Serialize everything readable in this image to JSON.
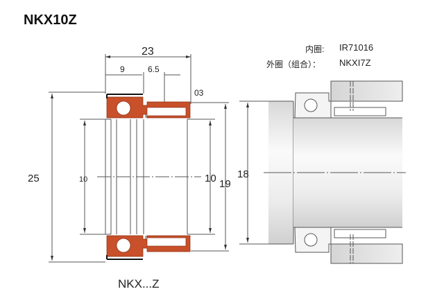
{
  "title": "NKX10Z",
  "caption": "NKX...Z",
  "info": {
    "inner_ring_label": "内圈:",
    "inner_ring_value": "IR71016",
    "outer_ring_label": "外圈（组合）：",
    "outer_ring_value": "NKXI7Z"
  },
  "dimensions": {
    "width_total": "23",
    "width_ball": "9",
    "width_needle": "6.5",
    "chamfer": "03",
    "outer_dia": "25",
    "bore_left": "10",
    "bore_right": "10",
    "needle_od": "19",
    "shaft_dia": "18"
  },
  "colors": {
    "section": "#c8502a",
    "line": "#555555"
  }
}
